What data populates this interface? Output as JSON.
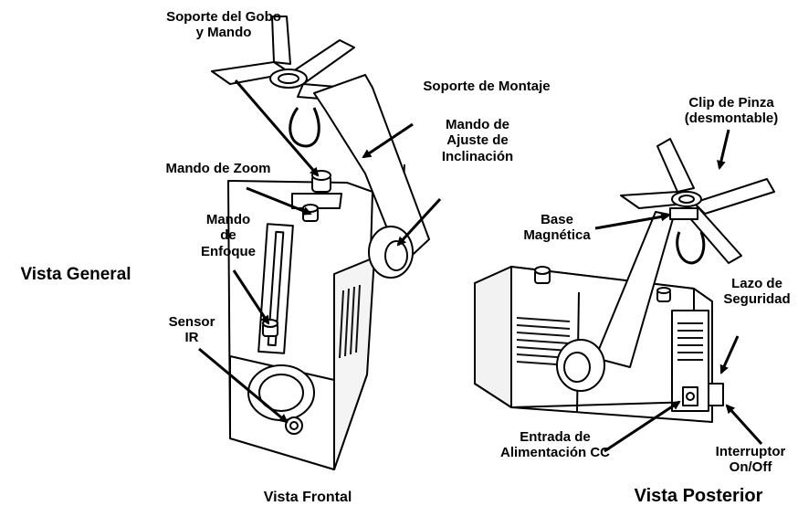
{
  "labels": {
    "gobo_holder": [
      "Soporte del Gobo",
      "y Mando"
    ],
    "mounting_bracket": [
      "Soporte de Montaje"
    ],
    "tilt_knob": [
      "Mando de",
      "Ajuste de",
      "Inclinación"
    ],
    "zoom_knob": [
      "Mando de Zoom"
    ],
    "focus_knob": [
      "Mando",
      "de",
      "Enfoque"
    ],
    "ir_sensor": [
      "Sensor",
      "IR"
    ],
    "general_view": [
      "Vista General"
    ],
    "clamp_clip": [
      "Clip de Pinza",
      "(desmontable)"
    ],
    "magnetic_base": [
      "Base",
      "Magnética"
    ],
    "safety_loop": [
      "Lazo de",
      "Seguridad"
    ],
    "dc_input": [
      "Entrada de",
      "Alimentación CC"
    ],
    "power_switch": [
      "Interruptor",
      "On/Off"
    ],
    "front_view": [
      "Vista Frontal"
    ],
    "rear_view": [
      "Vista Posterior"
    ]
  },
  "colors": {
    "ink": "#000000",
    "fill": "#ffffff",
    "shade": "#e6e6e6",
    "vents": "#111111"
  }
}
